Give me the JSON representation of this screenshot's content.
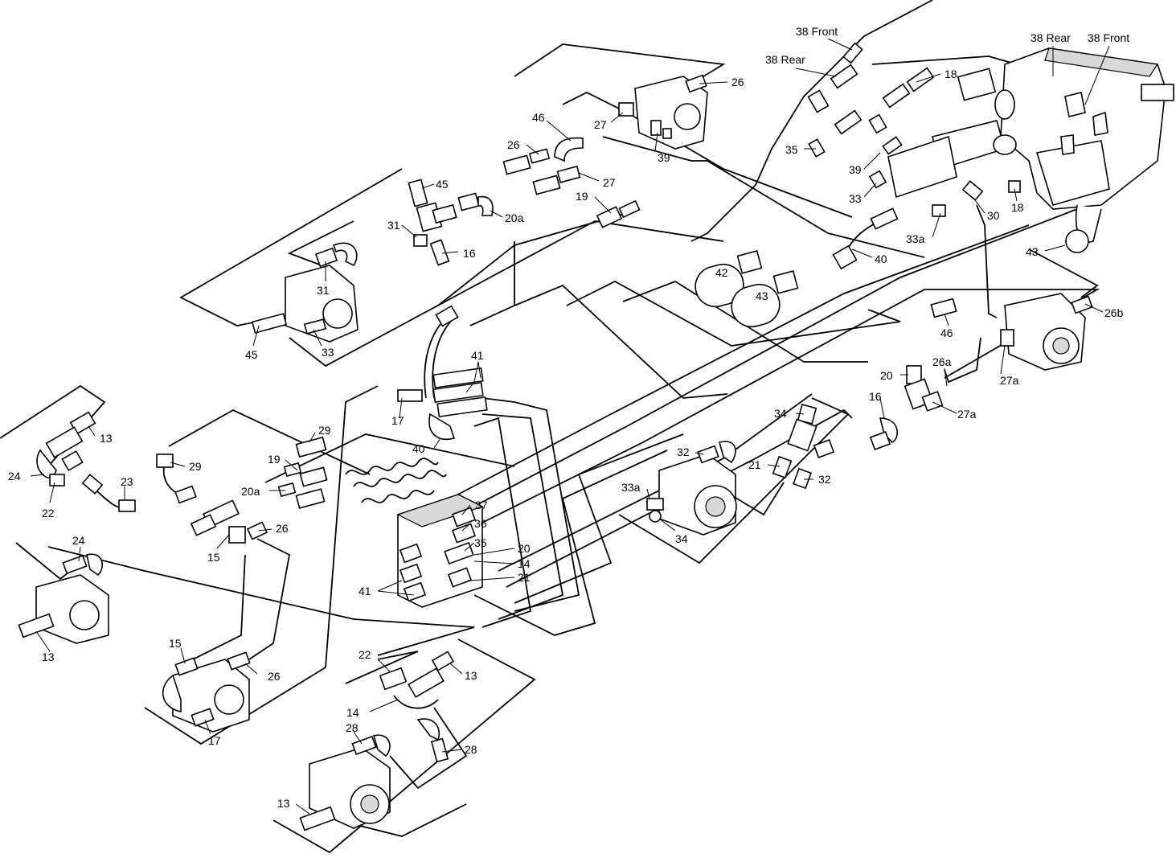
{
  "callouts": [
    {
      "id": "c38f1",
      "text": "38 Front"
    },
    {
      "id": "c38r1",
      "text": "38 Rear"
    },
    {
      "id": "c38r2",
      "text": "38 Rear"
    },
    {
      "id": "c38f2",
      "text": "38 Front"
    },
    {
      "id": "c26a",
      "text": "26"
    },
    {
      "id": "c18a",
      "text": "18"
    },
    {
      "id": "c46a",
      "text": "46"
    },
    {
      "id": "c27a",
      "text": "27"
    },
    {
      "id": "c26b",
      "text": "26"
    },
    {
      "id": "c39a",
      "text": "39"
    },
    {
      "id": "c27b",
      "text": "27"
    },
    {
      "id": "c35a",
      "text": "35"
    },
    {
      "id": "c39b",
      "text": "39"
    },
    {
      "id": "c45a",
      "text": "45"
    },
    {
      "id": "c33a",
      "text": "33"
    },
    {
      "id": "c18b",
      "text": "18"
    },
    {
      "id": "c30",
      "text": "30"
    },
    {
      "id": "c19a",
      "text": "19"
    },
    {
      "id": "c20a1",
      "text": "20a"
    },
    {
      "id": "c31a",
      "text": "31"
    },
    {
      "id": "c16a",
      "text": "16"
    },
    {
      "id": "c33b",
      "text": "33a"
    },
    {
      "id": "c43a",
      "text": "43"
    },
    {
      "id": "c40a",
      "text": "40"
    },
    {
      "id": "c42",
      "text": "42"
    },
    {
      "id": "c43b",
      "text": "43"
    },
    {
      "id": "c31b",
      "text": "31"
    },
    {
      "id": "c26c",
      "text": "26b"
    },
    {
      "id": "c46b",
      "text": "46"
    },
    {
      "id": "c45b",
      "text": "45"
    },
    {
      "id": "c33c",
      "text": "33"
    },
    {
      "id": "c41a",
      "text": "41"
    },
    {
      "id": "c20b",
      "text": "20"
    },
    {
      "id": "c26d",
      "text": "26a"
    },
    {
      "id": "c27c",
      "text": "27a"
    },
    {
      "id": "c16b",
      "text": "16"
    },
    {
      "id": "c27d",
      "text": "27a"
    },
    {
      "id": "c13a",
      "text": "13"
    },
    {
      "id": "c17a",
      "text": "17"
    },
    {
      "id": "c34a",
      "text": "34"
    },
    {
      "id": "c40b",
      "text": "40"
    },
    {
      "id": "c29a",
      "text": "29"
    },
    {
      "id": "c29b",
      "text": "29"
    },
    {
      "id": "c32a",
      "text": "32"
    },
    {
      "id": "c24a",
      "text": "24"
    },
    {
      "id": "c19b",
      "text": "19"
    },
    {
      "id": "c21a",
      "text": "21"
    },
    {
      "id": "c32b",
      "text": "32"
    },
    {
      "id": "c23",
      "text": "23"
    },
    {
      "id": "c22a",
      "text": "22"
    },
    {
      "id": "c20a2",
      "text": "20a"
    },
    {
      "id": "c33d",
      "text": "33a"
    },
    {
      "id": "c37",
      "text": "37"
    },
    {
      "id": "c26e",
      "text": "26"
    },
    {
      "id": "c36",
      "text": "36"
    },
    {
      "id": "c34b",
      "text": "34"
    },
    {
      "id": "c15a",
      "text": "15"
    },
    {
      "id": "c35b",
      "text": "35"
    },
    {
      "id": "c20c",
      "text": "20"
    },
    {
      "id": "c14a",
      "text": "14"
    },
    {
      "id": "c24b",
      "text": "24"
    },
    {
      "id": "c21b",
      "text": "21"
    },
    {
      "id": "c41b",
      "text": "41"
    },
    {
      "id": "c13b",
      "text": "13"
    },
    {
      "id": "c15b",
      "text": "15"
    },
    {
      "id": "c22b",
      "text": "22"
    },
    {
      "id": "c26f",
      "text": "26"
    },
    {
      "id": "c13c",
      "text": "13"
    },
    {
      "id": "c14b",
      "text": "14"
    },
    {
      "id": "c17b",
      "text": "17"
    },
    {
      "id": "c28a",
      "text": "28"
    },
    {
      "id": "c28b",
      "text": "28"
    },
    {
      "id": "c13d",
      "text": "13"
    }
  ],
  "colors": {
    "line": "#000000",
    "background": "#ffffff",
    "shade": "#d8d8d8"
  }
}
